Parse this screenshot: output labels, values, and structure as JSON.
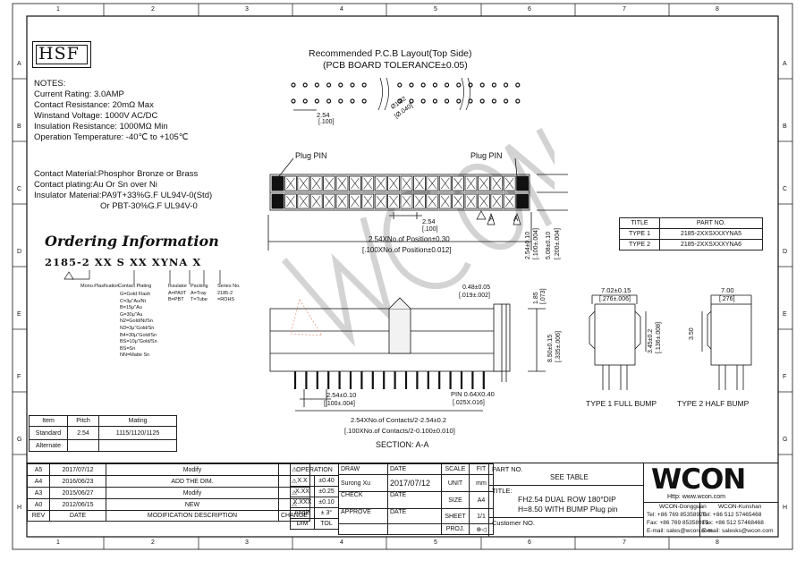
{
  "grid": {
    "cols": [
      "1",
      "2",
      "3",
      "4",
      "5",
      "6",
      "7",
      "8"
    ],
    "rows": [
      "A",
      "B",
      "C",
      "D",
      "E",
      "F",
      "G",
      "H"
    ]
  },
  "logo": "HSF",
  "layout_title": "Recommended P.C.B Layout(Top Side)",
  "layout_tolerance": "(PCB BOARD TOLERANCE±0.05)",
  "notes": {
    "heading": "NOTES:",
    "lines": [
      "Current Rating: 3.0AMP",
      "Contact Resistance: 20mΩ Max",
      "Winstand Voltage: 1000V AC/DC",
      "Insulation Resistance: 1000MΩ Min",
      "Operation Temperature: -40℃ to +105℃"
    ],
    "material_lines": [
      "Contact Material:Phosphor Bronze or Brass",
      "Contact plating:Au Or Sn over Ni",
      "Insulator Material:PA9T+33%G.F UL94V-0(Std)",
      "Or PBT-30%G.F UL94V-0"
    ]
  },
  "ordering": {
    "title": "Ordering Information",
    "code": "2185-2 XX S XX XYNA X",
    "legend_lines": [
      "G=Gold Flash",
      "C=3μ\"Au/Ni",
      "B=15μ\"Au",
      "G=30μ\"Au",
      "N2=Gold/Ni/Sn",
      "N3=3μ\"Gold/Sn",
      "B4=30μ\"Gold/Sn",
      "BS=10μ\"Gold/Sn",
      "BS=Sn",
      "NN=Matte Sn"
    ],
    "legend_heads": [
      "Contact Plating",
      "Insulator",
      "Packing",
      "Series No."
    ],
    "sub_heads": [
      "Mono.Plasfication",
      "A=PA9T",
      "A=Tray",
      "2185-2"
    ],
    "sub_heads2": [
      "",
      "B=PBT",
      "T=Tube",
      "=ROHS"
    ]
  },
  "dims": {
    "pitch_x": "2.54",
    "pitch_x_in": "[.100]",
    "hole": "Ø1.02",
    "hole_in": "[Ø.040]",
    "plug_pin_left": "Plug PIN",
    "plug_pin_right": "Plug PIN",
    "pitch_y": "2.54",
    "pitch_y_in": "[.100]",
    "overall_width": "2.54XNo.of Position±0.30",
    "overall_width_in": "[.100XNo.of Position±0.012]",
    "d1": "2.54±0.10",
    "d1_in": "[.100±.004]",
    "d2": "5.08±0.10",
    "d2_in": "[.200±.004]",
    "d3": "0.48±0.05",
    "d3_in": "[.019±.002]",
    "d4": "1.85",
    "d4_in": "[.073]",
    "d5": "8.50±0.15",
    "d5_in": "[.335±.006]",
    "d6": "2.54±0.10",
    "d6_in": "[.100±.004]",
    "pin": "PIN 0.64X0.40",
    "pin_in": "[.025X.016]",
    "contacts": "2.54XNo.of Contacts/2-2.54±0.2",
    "contacts_in": "[.100XNo.of Contacts/2-0.100±0.010]",
    "section": "SECTION: A-A",
    "side1": "7.02±0.15",
    "side1_in": "[.276±.006]",
    "side2": "3.45±0.2",
    "side2_in": "[.136±.008]",
    "side3": "7.00",
    "side3_in": "[.276]",
    "side4": "3.50",
    "type1_label": "TYPE 1 FULL BUMP",
    "type2_label": "TYPE 2 HALF BUMP",
    "marker_a": "A"
  },
  "part_table": {
    "headers": [
      "TITLE",
      "PART NO."
    ],
    "rows": [
      [
        "TYPE 1",
        "2185-2XXSXXXYNA5"
      ],
      [
        "TYPE 2",
        "2185-2XXSXXXYNA6"
      ]
    ]
  },
  "pitch_table": {
    "headers": [
      "Item",
      "Pitch",
      "Mating"
    ],
    "rows": [
      [
        "Standard",
        "2.54",
        "1115/1120/1125"
      ],
      [
        "Alternate",
        "",
        ""
      ]
    ]
  },
  "revisions": [
    {
      "rev": "A5",
      "date": "2017/07/12",
      "desc": "Modify"
    },
    {
      "rev": "A4",
      "date": "2016/06/23",
      "desc": "ADD THE DIM."
    },
    {
      "rev": "A3",
      "date": "2015/06/27",
      "desc": "Modify"
    },
    {
      "rev": "A0",
      "date": "2012/06/15",
      "desc": "NEW"
    }
  ],
  "rev_footer": {
    "rev": "REV",
    "date": "DATE",
    "desc": "MODIFICATION DESCRIPTION",
    "change": "CHANGE"
  },
  "tolerance": {
    "heading": "OPERATION",
    "rows": [
      [
        "X.X",
        "±0.40"
      ],
      [
        "X.XX",
        "±0.25"
      ],
      [
        "X.XXX",
        "±0.10"
      ],
      [
        "Angle",
        "± 3°"
      ]
    ],
    "footer": [
      "DIM",
      "TOL"
    ]
  },
  "title_block": {
    "draw_label": "DRAW",
    "draw_value": "Surong Xu",
    "date_label": "DATE",
    "date_value": "2017/07/12",
    "check_label": "CHECK",
    "date2_label": "DATE",
    "approve_label": "APPROVE",
    "date3_label": "DATE",
    "scale_label": "SCALE",
    "scale_value": "FIT",
    "unit_label": "UNIT",
    "unit_value": "mm",
    "size_label": "SIZE",
    "size_value": "A4",
    "sheet_label": "SHEET",
    "sheet_value": "1/1",
    "proj_label": "PROJ.",
    "part_no_label": "PART NO.",
    "part_no_value": "SEE TABLE",
    "title_label": "TITLE:",
    "title_line1": "FH2.54 DUAL ROW 180°DIP",
    "title_line2": "H=8.50 WITH BUMP Plug pin",
    "customer_label": "Customer NO."
  },
  "company": {
    "brand": "WCON",
    "web": "Http: www.wcon.com",
    "dg_name": "WCON-Dongguan",
    "dg_tel": "Tel: +86 769 85358920",
    "dg_fax": "Fax: +86 769 85358915",
    "dg_mail": "E-mail: sales@wcon.com",
    "ks_name": "WCON-Kunshan",
    "ks_tel": "Tel: +86 512 57465468",
    "ks_fax": "Fax: +86 512 57468468",
    "ks_mail": "E-mail: salesks@wcon.com"
  }
}
